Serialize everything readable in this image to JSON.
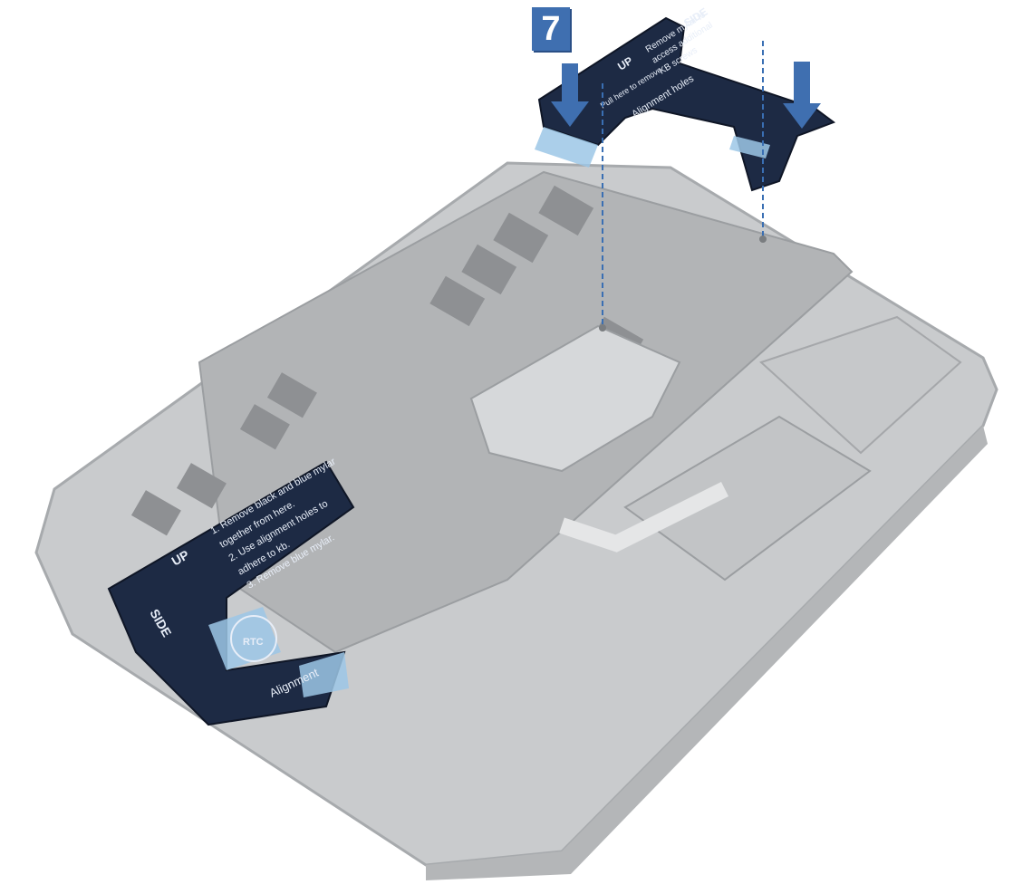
{
  "step_number": "7",
  "labels": {
    "up": "UP",
    "side": "SIDE",
    "rtc": "RTC",
    "alignment_holes": "Alignment holes",
    "alignment": "Alignment",
    "step1": "1. Remove black and blue mylar",
    "step1b": "together from here.",
    "step2": "2. Use alignment holes to",
    "step2b": "adhere to kb.",
    "step3": "3. Remove blue mylar.",
    "remove_mylar": "Remove mylar to",
    "access_screws": "access additional",
    "kb_screws": "KB screws",
    "pull_here": "Pull here to remove"
  },
  "colors": {
    "chassis": "#c9cbcd",
    "chassis_edge": "#a7aaad",
    "keyboard_plate": "#b2b4b6",
    "pad": "#8e9093",
    "mylar_dark": "#1d2a44",
    "mylar_tab": "#9cc7e6",
    "arrow_blue": "#3f6fb0",
    "guide_line": "#3a6fb3"
  }
}
